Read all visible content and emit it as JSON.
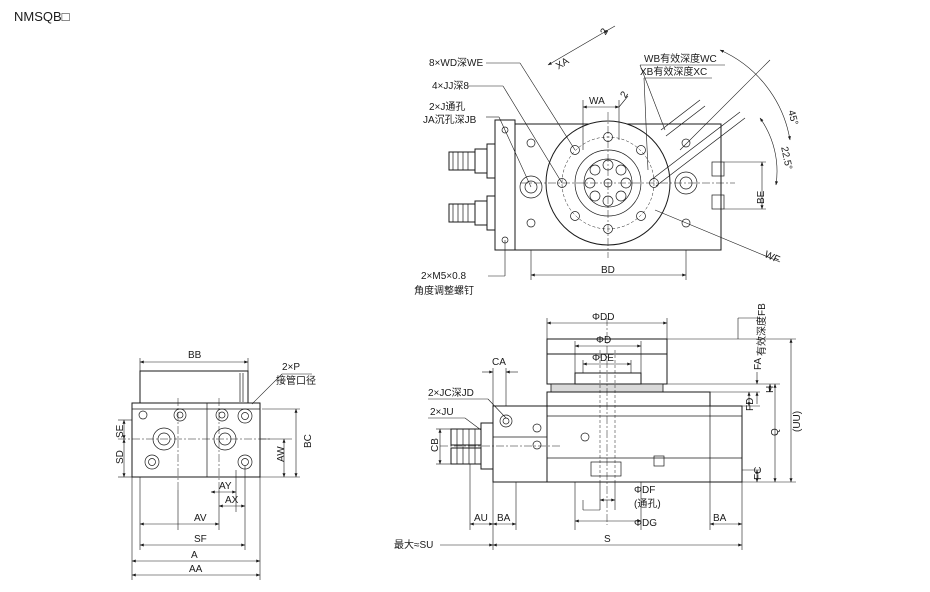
{
  "title": "NMSQB□",
  "top_view": {
    "labels": {
      "wd": "8×WD深WE",
      "jj": "4×JJ深8",
      "j1": "2×J通孔",
      "j2": "JA沉孔深JB",
      "xa": "XA",
      "wa": "WA",
      "two1": "2",
      "two2": "2",
      "wb": "WB有效深度WC",
      "xb": "XB有效深度XC",
      "deg45": "45°",
      "deg225": "22.5°",
      "be": "BE",
      "wf": "WF",
      "bd": "BD",
      "m5": "2×M5×0.8",
      "screw": "角度调整螺钉"
    }
  },
  "end_view": {
    "labels": {
      "bb": "BB",
      "p1": "2×P",
      "p2": "接管口径",
      "se": "SE",
      "sd": "SD",
      "aw": "AW",
      "bc": "BC",
      "ay": "AY",
      "ax": "AX",
      "av": "AV",
      "sf": "SF",
      "a": "A",
      "aa": "AA"
    }
  },
  "side_view": {
    "labels": {
      "dd": "ΦDD",
      "d": "ΦD",
      "de": "ΦDE",
      "fb": "有效深度FB",
      "ca": "CA",
      "jc": "2×JC深JD",
      "ju": "2×JU",
      "cb": "CB",
      "fa": "FA",
      "h": "H",
      "fd": "FD",
      "q": "Q",
      "uu": "(UU)",
      "fc": "FC",
      "df": "ΦDF",
      "through": "(通孔)",
      "dg": "ΦDG",
      "au": "AU",
      "ba1": "BA",
      "ba2": "BA",
      "su": "最大≈SU",
      "s": "S"
    }
  }
}
